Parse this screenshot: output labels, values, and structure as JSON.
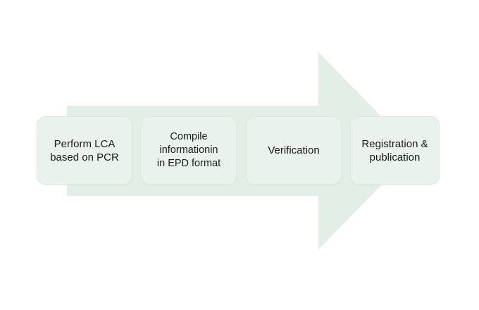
{
  "diagram": {
    "type": "process-flow",
    "colors": {
      "arrow": "#e3efe6",
      "box": "#e9f2ec",
      "box_border": "#dcebe1",
      "text": "#1a1a1a"
    },
    "steps": [
      {
        "label": "Perform LCA\nbased on PCR"
      },
      {
        "label": "Compile\ninformationin\nin EPD format"
      },
      {
        "label": "Verification"
      },
      {
        "label": "Registration &\npublication"
      }
    ]
  }
}
